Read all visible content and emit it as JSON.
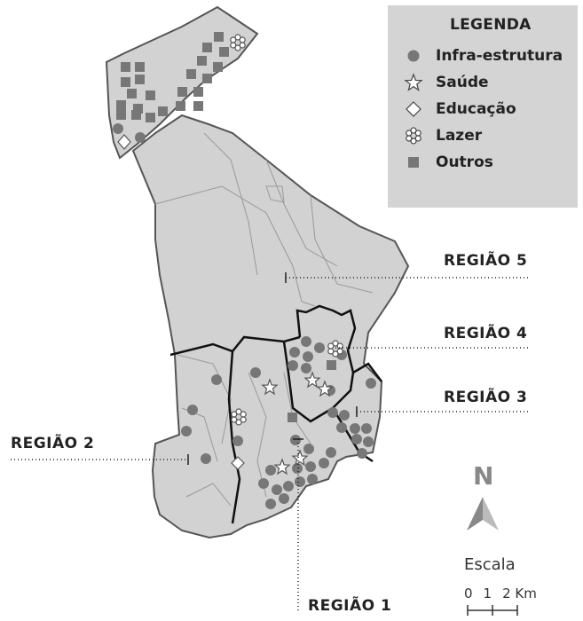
{
  "legend": {
    "title": "LEGENDA",
    "items": [
      {
        "label": "Infra-estrutura",
        "icon": "circle"
      },
      {
        "label": "Saúde",
        "icon": "star"
      },
      {
        "label": "Educação",
        "icon": "diamond"
      },
      {
        "label": "Lazer",
        "icon": "asterisk-flower"
      },
      {
        "label": "Outros",
        "icon": "square"
      }
    ]
  },
  "regions": {
    "r1": "REGIÃO 1",
    "r2": "REGIÃO 2",
    "r3": "REGIÃO 3",
    "r4": "REGIÃO 4",
    "r5": "REGIÃO 5"
  },
  "north": "N",
  "scale": {
    "title": "Escala",
    "ticks": [
      "0",
      "1",
      "2 Km"
    ]
  },
  "colors": {
    "land": "#d2d2d2",
    "border": "#4a4a4a",
    "marker": "#777777",
    "legend_bg": "#d4d4d4"
  }
}
